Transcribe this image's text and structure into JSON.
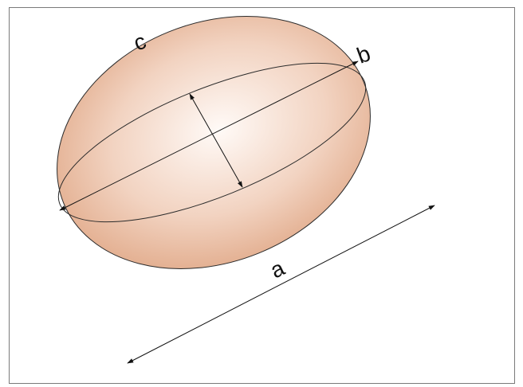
{
  "diagram": {
    "labels": {
      "major_axis": "a",
      "middle_axis": "b",
      "minor_axis": "c"
    },
    "colors": {
      "fill_center": "#fffaf7",
      "fill_mid": "#f2d3c1",
      "fill_edge": "#dfa583",
      "stroke": "#2b2b2b",
      "frame": "#7a7a7a",
      "text": "#111111"
    }
  }
}
